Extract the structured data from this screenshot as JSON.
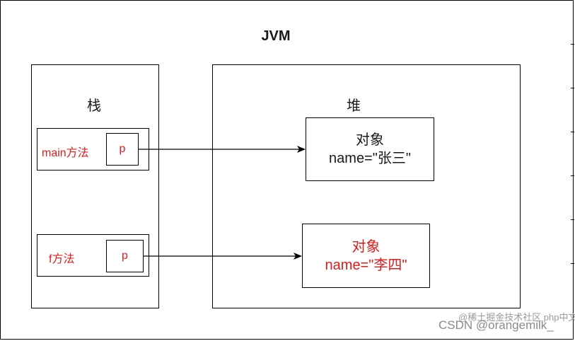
{
  "diagram": {
    "title": "JVM",
    "stack": {
      "label": "栈",
      "frames": [
        {
          "label": "main方法",
          "slot": "p"
        },
        {
          "label": "f方法",
          "slot": "p"
        }
      ]
    },
    "heap": {
      "label": "堆",
      "objects": [
        {
          "title": "对象",
          "field": "name=\"张三\""
        },
        {
          "title": "对象",
          "field": "name=\"李四\""
        }
      ]
    }
  },
  "colors": {
    "black_text": "#1a1a1a",
    "red_text": "#e01b1b",
    "border": "#000000"
  },
  "watermark": {
    "primary": "CSDN @orangemilk_",
    "secondary": "@稀土掘金技术社区 php中文网"
  }
}
